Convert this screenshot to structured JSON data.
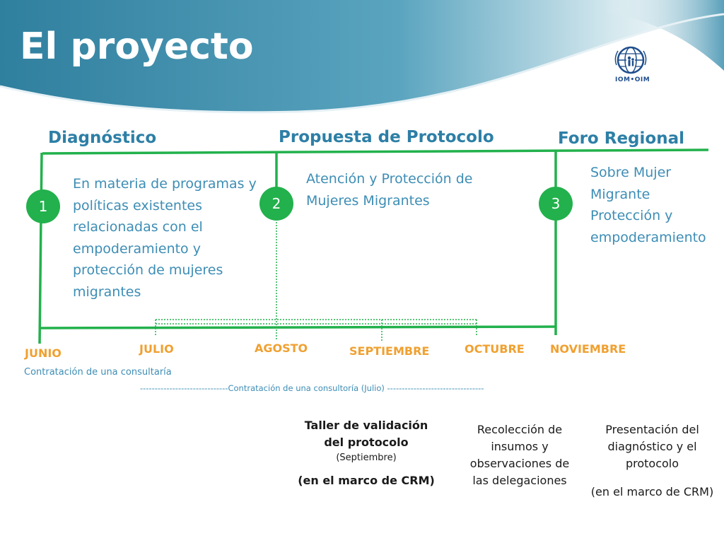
{
  "slide": {
    "title": "El proyecto",
    "logo_text": "IOM•OIM"
  },
  "phases": [
    {
      "number": "1",
      "title": "Diagnóstico",
      "description": "En materia de programas y políticas existentes relacionadas con el empoderamiento y protección de mujeres migrantes"
    },
    {
      "number": "2",
      "title": "Propuesta de Protocolo",
      "description": "Atención y Protección de Mujeres Migrantes"
    },
    {
      "number": "3",
      "title": "Foro Regional",
      "description": "Sobre Mujer Migrante Protección y empoderamiento"
    }
  ],
  "months": [
    "JUNIO",
    "JULIO",
    "AGOSTO",
    "SEPTIEMBRE",
    "OCTUBRE",
    "NOVIEMBRE"
  ],
  "notes": {
    "consultancy_june": "Contratación de una consultaría",
    "consultancy_july": "------------------------------Contratación de una consultoría (Julio) ---------------------------------"
  },
  "events": {
    "workshop_title_1": "Taller de validación",
    "workshop_title_2": "del protocolo",
    "workshop_date": "(Septiembre)",
    "workshop_framework": "(en el marco de CRM)",
    "collection": "Recolección de insumos y observaciones de las delegaciones",
    "presentation": "Presentación del diagnóstico y el protocolo",
    "presentation_framework": "(en el marco de CRM)"
  },
  "colors": {
    "header_blue": "#3c8fae",
    "green": "#22b14c",
    "title_blue": "#2d7fa6",
    "month_orange": "#f0a030"
  }
}
